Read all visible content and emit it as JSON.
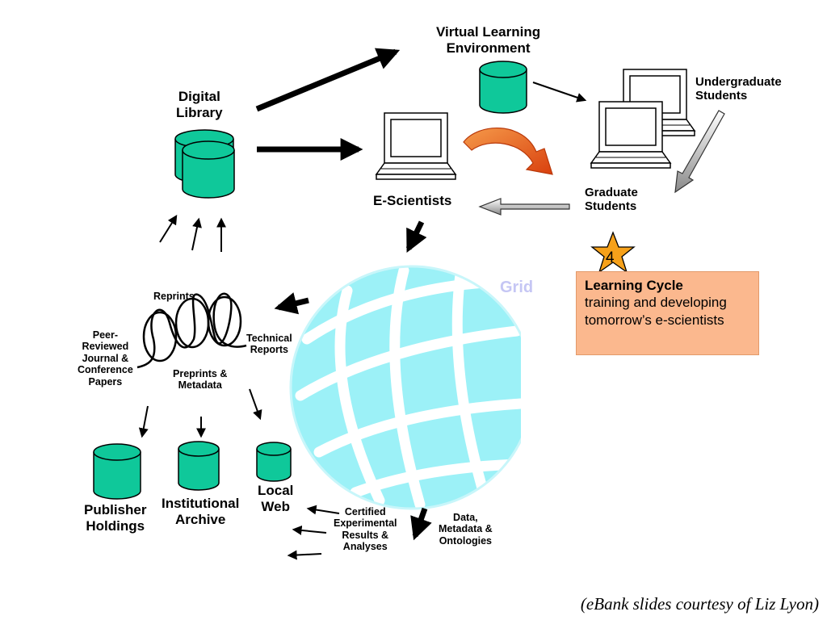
{
  "labels": {
    "vle": "Virtual Learning\nEnvironment",
    "digital_library": "Digital\nLibrary",
    "e_scientists": "E-Scientists",
    "undergraduate": "Undergraduate\nStudents",
    "graduate": "Graduate\nStudents",
    "grid": "Grid",
    "reprints": "Reprints",
    "peer_reviewed": "Peer-\nReviewed\nJournal &\nConference\nPapers",
    "technical_reports": "Technical\nReports",
    "preprints_metadata": "Preprints &\nMetadata",
    "publisher_holdings": "Publisher\nHoldings",
    "institutional_archive": "Institutional\nArchive",
    "local_web": "Local\nWeb",
    "certified_results": "Certified\nExperimental\nResults &\nAnalyses",
    "data_metadata": "Data,\nMetadata &\nOntologies"
  },
  "learning_cycle": {
    "step_number": "4",
    "title": "Learning Cycle",
    "line1": "training and developing",
    "line2": "tomorrow’s e-scientists"
  },
  "credit": "(eBank slides courtesy of Liz Lyon)",
  "colors": {
    "cylinder_fill": "#0fc89a",
    "globe_fill": "#9cf1f7",
    "learning_box": "#fbb88e",
    "star_fill": "#f6a11a",
    "curved_arrow": "#e9661a",
    "grid_text": "#c5c6f4"
  }
}
